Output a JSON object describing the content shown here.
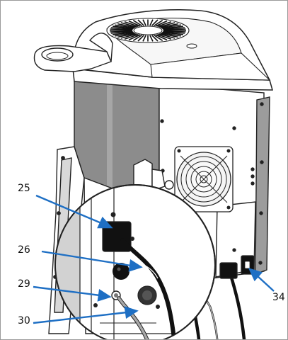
{
  "callouts": [
    {
      "id": "c25",
      "label": "25"
    },
    {
      "id": "c26",
      "label": "26"
    },
    {
      "id": "c29",
      "label": "29"
    },
    {
      "id": "c30",
      "label": "30"
    },
    {
      "id": "c34",
      "label": "34"
    }
  ],
  "colors": {
    "arrow": "#1e6fc4",
    "outline": "#222222",
    "panel_gray": "#8c8c8c",
    "light_gray": "#bcbcbc",
    "cable": "#111111"
  }
}
